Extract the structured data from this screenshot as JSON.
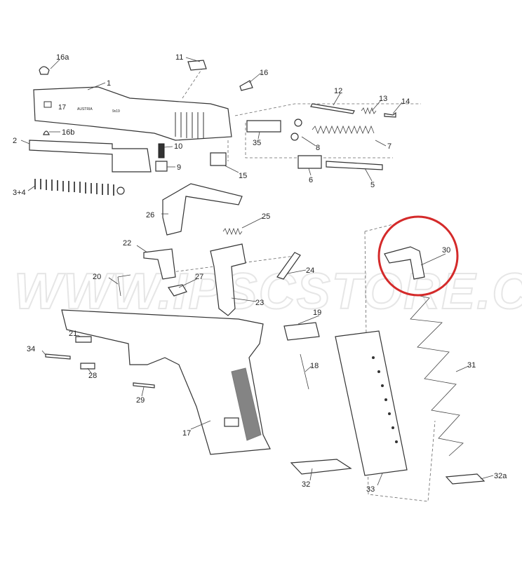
{
  "watermark": "WWW.IPSCSTORE.COM",
  "slide_markings": {
    "model": "17",
    "country": "AUSTRIA",
    "caliber": "9x19"
  },
  "highlight": {
    "part": "30",
    "color": "#d42a2a"
  },
  "labels": {
    "p16a": "16a",
    "p11": "11",
    "p1": "1",
    "p16": "16",
    "p12": "12",
    "p13": "13",
    "p14": "14",
    "p16b": "16b",
    "p10": "10",
    "p8": "8",
    "p7": "7",
    "p35": "35",
    "p2": "2",
    "p9": "9",
    "p15": "15",
    "p6": "6",
    "p5": "5",
    "p34s": "3+4",
    "p26": "26",
    "p25": "25",
    "p22": "22",
    "p30": "30",
    "p20": "20",
    "p27": "27",
    "p24": "24",
    "p23": "23",
    "p19": "19",
    "p21": "21",
    "p34": "34",
    "p28": "28",
    "p18": "18",
    "p31": "31",
    "p29": "29",
    "p17": "17",
    "p32": "32",
    "p33": "33",
    "p32a": "32a"
  }
}
